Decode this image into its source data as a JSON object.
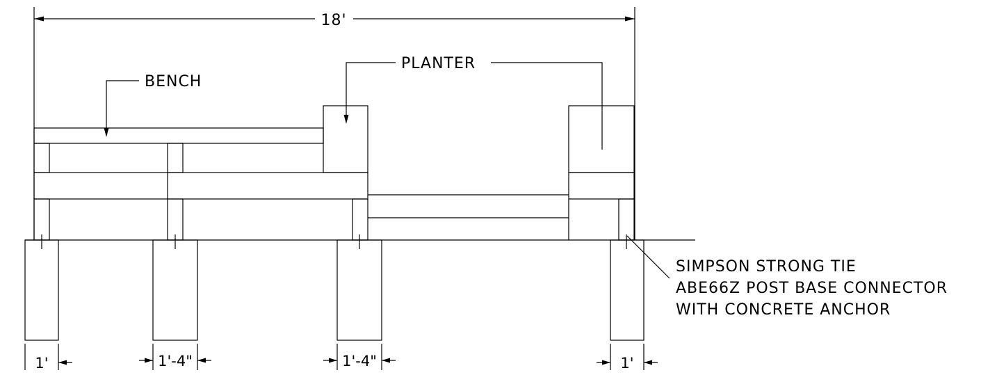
{
  "overall_dimension": "18'",
  "labels": {
    "bench": "BENCH",
    "planter": "PLANTER",
    "connector_line1": "SIMPSON STRONG TIE",
    "connector_line2": "ABE66Z POST BASE CONNECTOR",
    "connector_line3": "WITH CONCRETE ANCHOR"
  },
  "footing_dimensions": [
    "1'",
    "1'-4\"",
    "1'-4\"",
    "1'"
  ]
}
